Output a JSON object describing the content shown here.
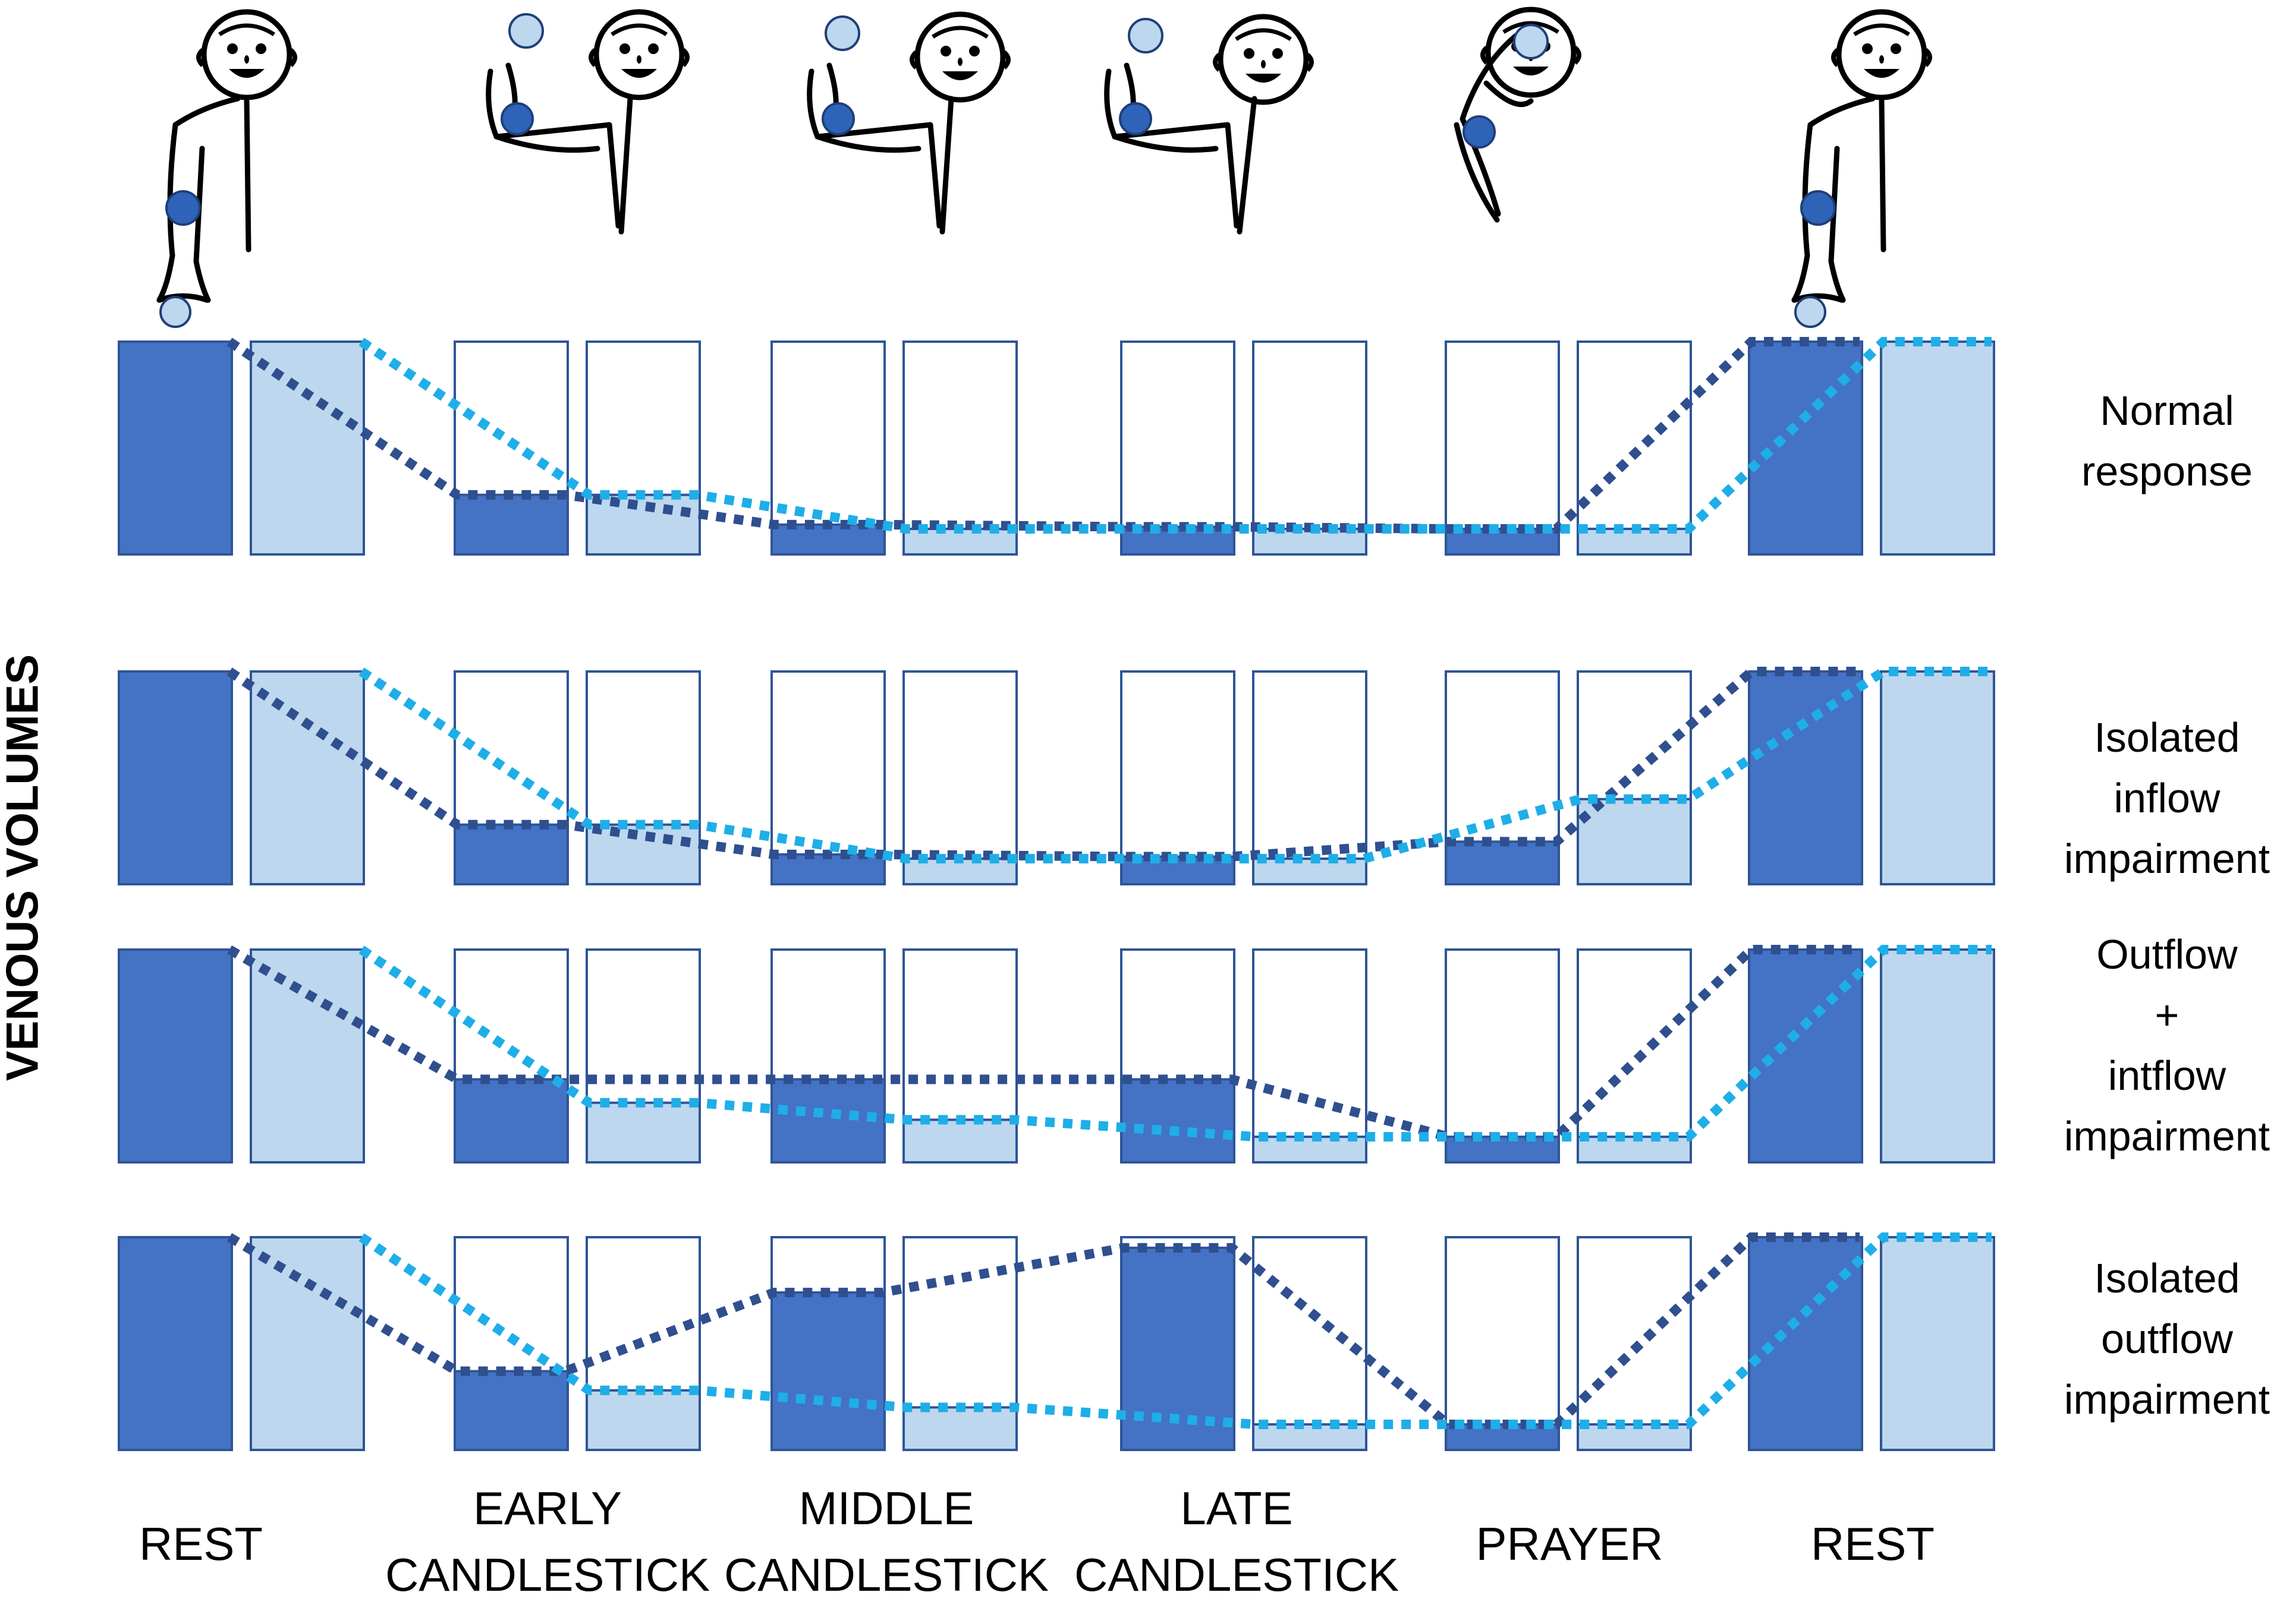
{
  "y_axis_label": "VENOUS VOLUMES",
  "colors": {
    "dark_fill": "#4472C4",
    "light_fill": "#BDD7EE",
    "box_stroke": "#2F5597",
    "dark_line": "#2F4F8F",
    "light_line": "#1FAEE8",
    "figure_stroke": "#000000",
    "dark_ball": "#2E63B8",
    "light_ball": "#BDD7EE"
  },
  "icons": [
    "rest-figure-icon",
    "early-candlestick-figure-icon",
    "middle-candlestick-figure-icon",
    "late-candlestick-figure-icon",
    "prayer-figure-icon",
    "rest-figure-icon"
  ],
  "stages": [
    {
      "lines": [
        "REST"
      ]
    },
    {
      "lines": [
        "EARLY",
        "CANDLESTICK"
      ]
    },
    {
      "lines": [
        "MIDDLE",
        "CANDLESTICK"
      ]
    },
    {
      "lines": [
        "LATE",
        "CANDLESTICK"
      ]
    },
    {
      "lines": [
        "PRAYER"
      ]
    },
    {
      "lines": [
        "REST"
      ]
    }
  ],
  "rows": [
    {
      "label_lines": [
        "Normal",
        "response"
      ],
      "dark": [
        1.0,
        0.28,
        0.14,
        0.13,
        0.12,
        1.0
      ],
      "light": [
        1.0,
        0.28,
        0.12,
        0.12,
        0.12,
        1.0
      ]
    },
    {
      "label_lines": [
        "Isolated",
        "inflow",
        "impairment"
      ],
      "dark": [
        1.0,
        0.28,
        0.14,
        0.13,
        0.2,
        1.0
      ],
      "light": [
        1.0,
        0.28,
        0.12,
        0.12,
        0.4,
        1.0
      ]
    },
    {
      "label_lines": [
        "Outflow",
        "+",
        "intflow",
        "impairment"
      ],
      "dark": [
        1.0,
        0.39,
        0.39,
        0.39,
        0.12,
        1.0
      ],
      "light": [
        1.0,
        0.28,
        0.2,
        0.12,
        0.12,
        1.0
      ]
    },
    {
      "label_lines": [
        "Isolated",
        "outflow",
        "impairment"
      ],
      "dark": [
        1.0,
        0.37,
        0.74,
        0.95,
        0.12,
        1.0
      ],
      "light": [
        1.0,
        0.28,
        0.2,
        0.12,
        0.12,
        1.0
      ]
    }
  ]
}
